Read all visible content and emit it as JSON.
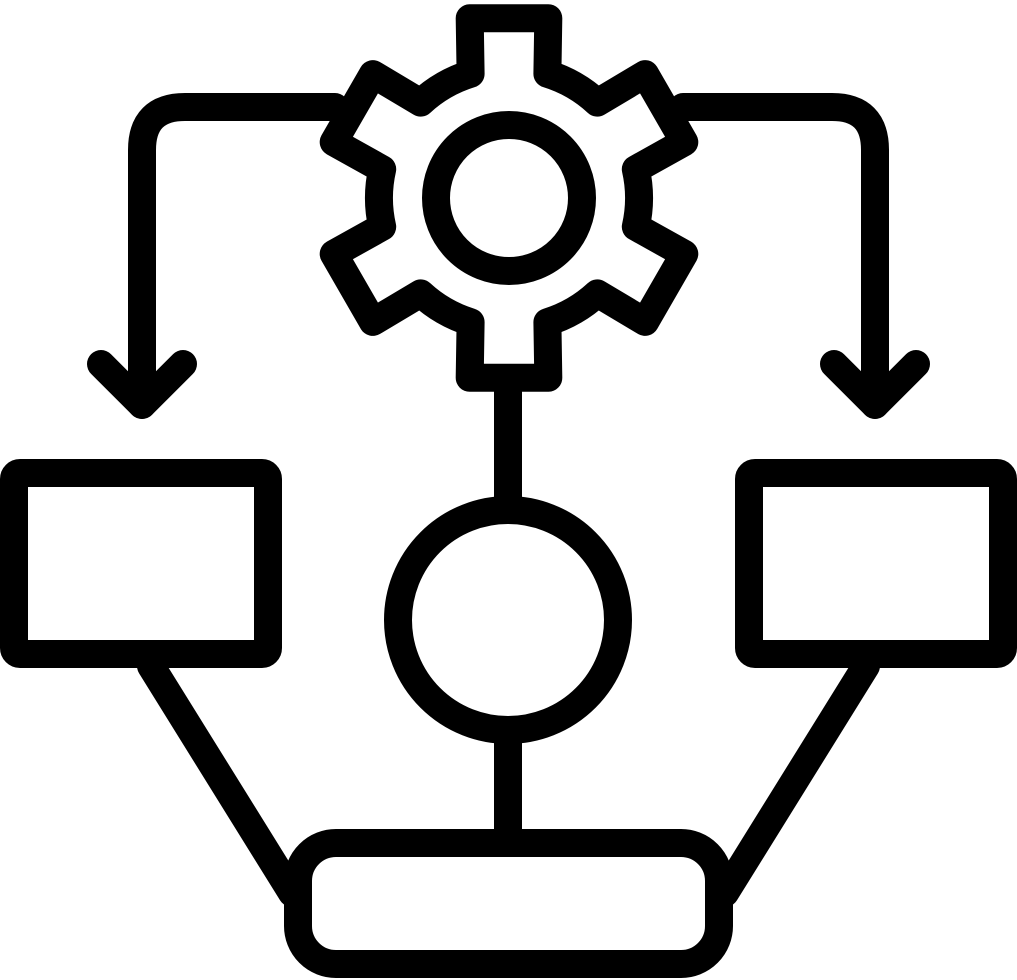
{
  "icon": {
    "name": "workflow-process-icon",
    "style": "line",
    "stroke_color": "#000000",
    "background_color": "#ffffff",
    "parts": [
      "gear-icon",
      "left-arrow",
      "right-arrow",
      "left-box",
      "right-box",
      "center-circle",
      "bottom-box"
    ]
  }
}
